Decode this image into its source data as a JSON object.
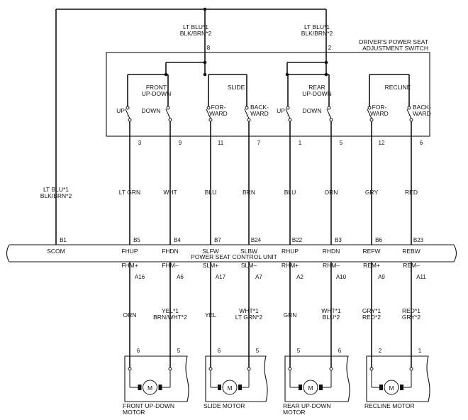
{
  "top_wire": {
    "left_label": [
      "LT BLU*1",
      "BLK/BRN*2"
    ],
    "right_label": [
      "LT BLU*1",
      "BLK/BRN*2"
    ],
    "left_pin": "8",
    "right_pin": "2"
  },
  "switch_box": {
    "title": [
      "DRIVER'S POWER SEAT",
      "ADJUSTMENT SWITCH"
    ]
  },
  "switch_groups": [
    {
      "name": [
        "FRONT",
        "UP-DOWN"
      ],
      "left": [
        "UP"
      ],
      "right": [
        "DOWN"
      ]
    },
    {
      "name": [
        "SLIDE"
      ],
      "left": [
        "FOR-",
        "WARD"
      ],
      "right": [
        "BACK-",
        "WARD"
      ]
    },
    {
      "name": [
        "REAR",
        "UP-DOWN"
      ],
      "left": [
        "UP"
      ],
      "right": [
        "DOWN"
      ]
    },
    {
      "name": [
        "RECLINE"
      ],
      "left": [
        "FOR-",
        "WARD"
      ],
      "right": [
        "BACK-",
        "WARD"
      ]
    }
  ],
  "switch_pins": [
    "3",
    "9",
    "11",
    "7",
    "1",
    "5",
    "12",
    "6"
  ],
  "wire_colors_upper": [
    "LT GRN",
    "WHT",
    "BLU",
    "BRN",
    "BLU",
    "ORN",
    "GRY",
    "RED"
  ],
  "left_feed_label": [
    "LT BLU*1",
    "BLK/BRN*2"
  ],
  "control_unit": {
    "name": "POWER SEAT CONTROL UNIT",
    "top_pins": [
      "B1",
      "B5",
      "B4",
      "B7",
      "B24",
      "B22",
      "B3",
      "B6",
      "B23"
    ],
    "top_signals": [
      "SCOM",
      "FHUP",
      "FHDN",
      "SLFW",
      "SLBW",
      "RHUP",
      "RHDN",
      "REFW",
      "REBW"
    ],
    "bottom_signals": [
      "FHM+",
      "FHM–",
      "SLM+",
      "SLM–",
      "RHM+",
      "RHM–",
      "REM+",
      "REM–"
    ],
    "bottom_pins": [
      "A16",
      "A6",
      "A17",
      "A7",
      "A2",
      "A10",
      "A9",
      "A11"
    ]
  },
  "wire_colors_lower": [
    [
      "ORN"
    ],
    [
      "YEL*1",
      "BRN/WHT*2"
    ],
    [
      "YEL"
    ],
    [
      "WHT*1",
      "LT GRN*2"
    ],
    [
      "GRN"
    ],
    [
      "WHT*1",
      "BLU*2"
    ],
    [
      "GRY*1",
      "RED*2"
    ],
    [
      "RED*1",
      "GRY*2"
    ]
  ],
  "motor_pins": [
    "6",
    "5",
    "6",
    "5",
    "5",
    "6",
    "2",
    "1"
  ],
  "motors": [
    {
      "symbol": "M",
      "name": [
        "FRONT UP-DOWN",
        "MOTOR"
      ]
    },
    {
      "symbol": "M",
      "name": [
        "SLIDE MOTOR"
      ]
    },
    {
      "symbol": "M",
      "name": [
        "REAR UP-DOWN",
        "MOTOR"
      ]
    },
    {
      "symbol": "M",
      "name": [
        "RECLINE MOTOR"
      ]
    }
  ]
}
